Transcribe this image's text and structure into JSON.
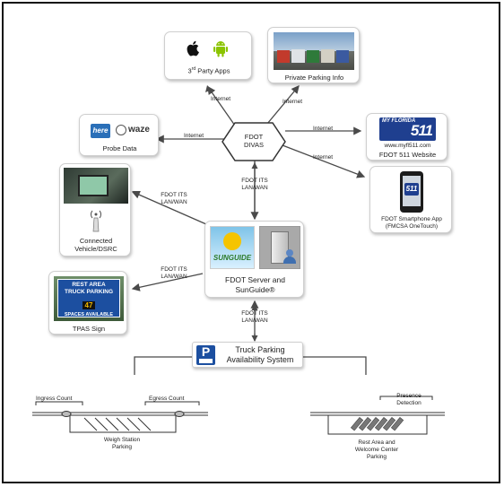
{
  "diagram": {
    "hub": {
      "line1": "FDOT",
      "line2": "DIVAS"
    },
    "third_party": {
      "label": "3",
      "label_sup": "rd",
      "label_rest": " Party Apps"
    },
    "private_parking": {
      "label": "Private Parking Info"
    },
    "probe": {
      "label": "Probe Data",
      "logo_here": "here",
      "logo_waze": "waze"
    },
    "website": {
      "logo_top": "MY FLORIDA",
      "logo_num": "511",
      "line1": "www.myfl511.com",
      "line2": "FDOT 511 Website"
    },
    "smartphone": {
      "line1": "FDOT Smartphone App",
      "line2": "(FMCSA OneTouch)",
      "screen_num": "511"
    },
    "connected": {
      "line1": "Connected",
      "line2": "Vehicle/DSRC"
    },
    "server": {
      "line1": "FDOT Server and",
      "line2": "SunGuide®",
      "logo": "SUNGUIDE"
    },
    "tpas": {
      "label": "TPAS Sign",
      "sign_line1": "REST AREA",
      "sign_line2": "TRUCK PARKING",
      "sign_num": "47",
      "sign_line3": "SPACES AVAILABLE"
    },
    "tpas_system": {
      "icon": "P",
      "line1": "Truck Parking",
      "line2": "Availability System"
    },
    "edges": {
      "internet_1": "Internet",
      "internet_2": "Internet",
      "internet_3": "Internet",
      "internet_4": "Internet",
      "internet_5": "Internet",
      "its_1": "FDOT ITS",
      "its_1b": "LAN/WAN",
      "its_2": "FDOT ITS",
      "its_2b": "LAN/WAN",
      "its_3": "FDOT ITS",
      "its_3b": "LAN/WAN",
      "its_4": "FDOT ITS",
      "its_4b": "LAN/WAN"
    },
    "weigh": {
      "ingress": "Ingress Count",
      "egress": "Egress Count",
      "line1": "Weigh Station",
      "line2": "Parking"
    },
    "rest": {
      "presence1": "Presence",
      "presence2": "Detection",
      "line1": "Rest Area and",
      "line2": "Welcome Center",
      "line3": "Parking"
    }
  },
  "colors": {
    "arrow": "#4a4a4a",
    "hex_stroke": "#333333",
    "blue": "#1f3f8f",
    "sign_blue": "#1c4fa0",
    "sign_amber": "#f0b800"
  }
}
